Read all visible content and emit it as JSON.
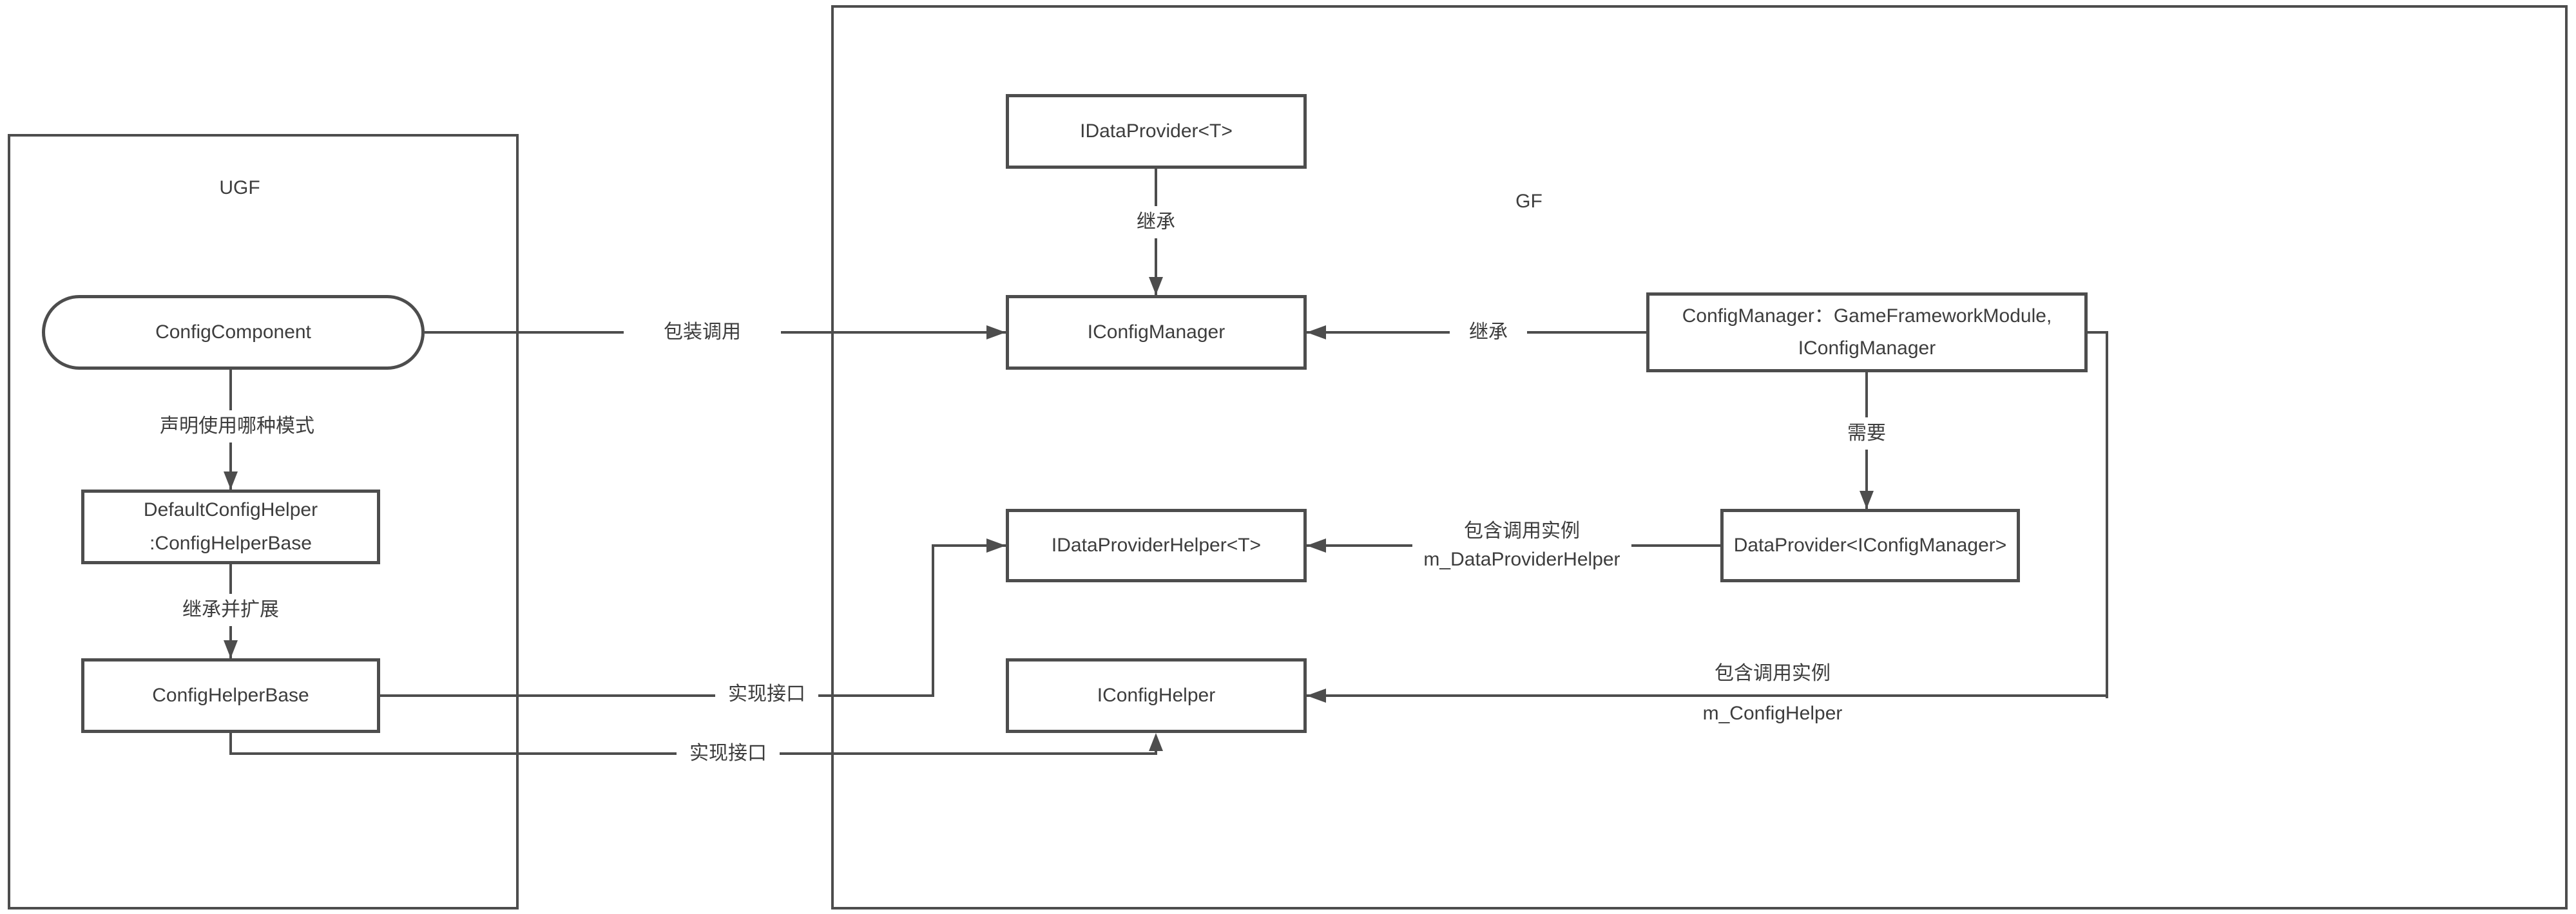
{
  "diagram": {
    "containers": {
      "ugf": {
        "label": "UGF"
      },
      "gf": {
        "label": "GF"
      }
    },
    "nodes": {
      "config_component": {
        "label": "ConfigComponent"
      },
      "default_config_helper": {
        "line1": "DefaultConfigHelper",
        "line2": ":ConfigHelperBase"
      },
      "config_helper_base": {
        "label": "ConfigHelperBase"
      },
      "idata_provider": {
        "label": "IDataProvider<T>"
      },
      "iconfig_manager": {
        "label": "IConfigManager"
      },
      "config_manager": {
        "line1": "ConfigManager：GameFrameworkModule,",
        "line2": "IConfigManager"
      },
      "data_provider": {
        "label": "DataProvider<IConfigManager>"
      },
      "idata_provider_helper": {
        "label": "IDataProviderHelper<T>"
      },
      "iconfig_helper": {
        "label": "IConfigHelper"
      }
    },
    "edges": {
      "wrap_call": {
        "label": "包装调用"
      },
      "declare_mode": {
        "label": "声明使用哪种模式"
      },
      "inherit_extend": {
        "label": "继承并扩展"
      },
      "inherit_idataprovider": {
        "label": "继承"
      },
      "inherit_configmanager": {
        "label": "继承"
      },
      "require": {
        "label": "需要"
      },
      "contains_dataprovider_helper": {
        "line1": "包含调用实例",
        "line2": "m_DataProviderHelper"
      },
      "contains_config_helper": {
        "line1": "包含调用实例",
        "line2": "m_ConfigHelper"
      },
      "implement_interface_upper": {
        "label": "实现接口"
      },
      "implement_interface_lower": {
        "label": "实现接口"
      }
    },
    "colors": {
      "line": "#4d4d4d",
      "text": "#3d3d3d",
      "background": "#ffffff"
    }
  }
}
